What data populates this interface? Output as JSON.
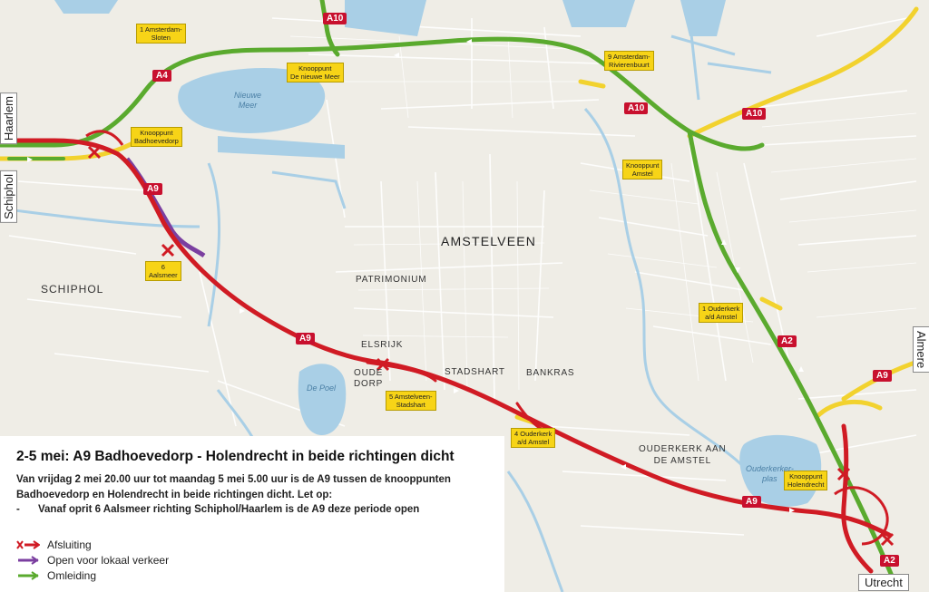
{
  "title": "2-5 mei: A9 Badhoevedorp - Holendrecht in beide richtingen dicht",
  "body_lines": [
    "Van vrijdag 2 mei 20.00 uur tot maandag 5 mei 5.00 uur is de A9 tussen de knooppunten",
    "Badhoevedorp en Holendrecht in beide richtingen dicht. Let op:"
  ],
  "note": {
    "bullet": "-",
    "text": "Vanaf oprit 6 Aalsmeer richting Schiphol/Haarlem is de A9 deze periode open"
  },
  "legend": [
    {
      "label": "Afsluiting",
      "color": "#d01b24",
      "marker": "x-arrow"
    },
    {
      "label": "Open voor lokaal verkeer",
      "color": "#7b3fa0",
      "marker": "arrow"
    },
    {
      "label": "Omleiding",
      "color": "#5aaa2e",
      "marker": "arrow"
    }
  ],
  "colors": {
    "closure": "#d01b24",
    "local_traffic": "#7b3fa0",
    "detour": "#5aaa2e",
    "motorway_yellow": "#f2d22e",
    "water": "#a9cfe6",
    "land": "#efede6",
    "shield": "#c8102e",
    "junction_label": "#f7d417"
  },
  "highway_shields": {
    "a10_top": "A10",
    "a4": "A4",
    "a10_mid": "A10",
    "a10_right": "A10",
    "a9_badhoevedorp": "A9",
    "a9_center": "A9",
    "a9_lower": "A9",
    "a9_east": "A9",
    "a2_mid": "A2",
    "a2_bottom": "A2"
  },
  "junction_labels": {
    "sloten": [
      "1 Amsterdam-",
      "Sloten"
    ],
    "nieuwe_meer": [
      "Knooppunt",
      "De nieuwe Meer"
    ],
    "rivierenbuurt": [
      "9 Amsterdam-",
      "Rivierenbuurt"
    ],
    "badhoevedorp": [
      "Knooppunt",
      "Badhoevedorp"
    ],
    "amstel": [
      "Knooppunt",
      "Amstel"
    ],
    "aalsmeer": [
      "6",
      "Aalsmeer"
    ],
    "ouderkerk_a2": [
      "1 Ouderkerk",
      "a/d Amstel"
    ],
    "amstelveen_stadshart": [
      "5 Amstelveen-",
      "Stadshart"
    ],
    "ouderkerk_a9": [
      "4 Ouderkerk",
      "a/d Amstel"
    ],
    "holendrecht": [
      "Knooppunt",
      "Holendrecht"
    ]
  },
  "area_labels": {
    "amstelveen": "AMSTELVEEN",
    "schiphol": "SCHIPHOL",
    "patrimonium": "PATRIMONIUM",
    "elsrijk": "ELSRIJK",
    "oude_dorp": [
      "OUDE",
      "DORP"
    ],
    "stadshart": "STADSHART",
    "bankras": "BANKRAS",
    "ouderkerk": [
      "OUDERKERK AAN",
      "DE AMSTEL"
    ]
  },
  "water_labels": {
    "nieuwe_meer": [
      "Nieuwe",
      "Meer"
    ],
    "de_poel": "De Poel",
    "ouderkerkerplas": [
      "Ouderkerker-",
      "plas"
    ]
  },
  "direction_signs": {
    "schiphol": "Schiphol",
    "haarlem": "Haarlem",
    "almere": "Almere",
    "utrecht": "Utrecht"
  }
}
